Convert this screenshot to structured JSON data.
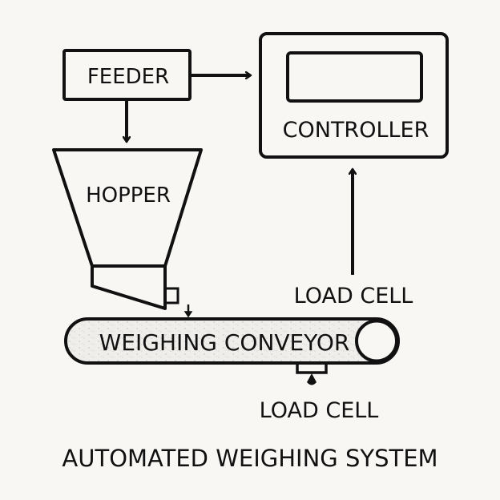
{
  "diagram": {
    "title": "AUTOMATED WEIGHING SYSTEM",
    "colors": {
      "background": "#f8f7f3",
      "stroke": "#111111",
      "belt_fill": "#ececea"
    },
    "nodes": {
      "feeder": {
        "label": "FEEDER"
      },
      "controller": {
        "label": "CONTROLLER"
      },
      "hopper": {
        "label": "HOPPER"
      },
      "conveyor": {
        "label": "WEIGHING CONVEYOR"
      },
      "load_cell_upper": {
        "label": "LOAD CELL"
      },
      "load_cell_lower": {
        "label": "LOAD CELL"
      }
    },
    "edges": [
      {
        "from": "feeder",
        "to": "controller"
      },
      {
        "from": "feeder",
        "to": "hopper"
      },
      {
        "from": "hopper",
        "to": "conveyor"
      },
      {
        "from": "load_cell_upper",
        "to": "controller"
      }
    ]
  }
}
